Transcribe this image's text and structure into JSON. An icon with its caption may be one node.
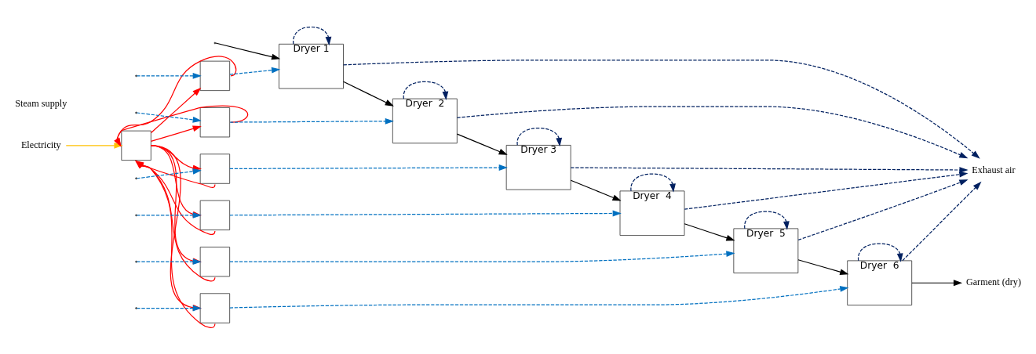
{
  "diagram": {
    "nodes": [
      {
        "text": [
          "Electricity"
        ]
      },
      {
        "text": [],
        "shape": "box"
      },
      {
        "text": [
          "Exhaust air"
        ]
      },
      {
        "text": [
          "Dryer 1"
        ]
      },
      {
        "text": [
          "Dryer  2"
        ]
      },
      {
        "text": [
          "Dryer 3"
        ]
      },
      {
        "text": [
          "Dryer  4"
        ]
      },
      {
        "text": [
          "Dryer  5"
        ]
      },
      {
        "text": [
          "Dryer  6"
        ]
      },
      {
        "text": [
          "Garment (dry)"
        ]
      },
      {
        "text": [],
        "shape": "box"
      },
      {
        "text": [],
        "shape": "box"
      },
      {
        "text": [],
        "shape": "box"
      },
      {
        "text": [],
        "shape": "box"
      },
      {
        "text": [],
        "shape": "box"
      },
      {
        "text": [],
        "shape": "box"
      }
    ],
    "edges": [
      {
        "from": 0,
        "to": 1,
        "arrow": "to",
        "color": "#ffc000"
      },
      {
        "from": null,
        "to": 3,
        "arrow": "to",
        "color": "#000000"
      },
      {
        "from": 3,
        "to": 4,
        "arrow": "to",
        "color": "#000000"
      },
      {
        "from": 4,
        "to": 5,
        "arrow": "to",
        "color": "#000000"
      },
      {
        "from": 5,
        "to": 6,
        "arrow": "to",
        "color": "#000000"
      },
      {
        "from": 6,
        "to": 7,
        "arrow": "to",
        "color": "#000000"
      },
      {
        "from": 7,
        "to": 8,
        "arrow": "to",
        "color": "#000000"
      },
      {
        "from": 8,
        "to": 9,
        "arrow": "to",
        "color": "#000000"
      },
      {
        "from": 3,
        "to": 2,
        "arrow": "to",
        "style": "dashed",
        "color": "#002060"
      },
      {
        "from": 4,
        "to": 2,
        "arrow": "to",
        "style": "dashed",
        "color": "#002060"
      },
      {
        "from": 5,
        "to": 2,
        "arrow": "to",
        "style": "dashed",
        "color": "#002060"
      },
      {
        "from": 6,
        "to": 2,
        "arrow": "to",
        "style": "dashed",
        "color": "#002060"
      },
      {
        "from": 7,
        "to": 2,
        "arrow": "to",
        "style": "dashed",
        "color": "#002060"
      },
      {
        "from": 8,
        "to": 2,
        "arrow": "to",
        "style": "dashed",
        "color": "#002060"
      },
      {
        "from": 3,
        "to": 3,
        "arrow": "to",
        "style": "dashed",
        "color": "#002060"
      },
      {
        "from": 4,
        "to": 4,
        "arrow": "to",
        "style": "dashed",
        "color": "#002060"
      },
      {
        "from": 5,
        "to": 5,
        "arrow": "to",
        "style": "dashed",
        "color": "#002060"
      },
      {
        "from": 6,
        "to": 6,
        "arrow": "to",
        "style": "dashed",
        "color": "#002060"
      },
      {
        "from": 7,
        "to": 7,
        "arrow": "to",
        "style": "dashed",
        "color": "#002060"
      },
      {
        "from": 8,
        "to": 8,
        "arrow": "to",
        "style": "dashed",
        "color": "#002060"
      },
      {
        "from": null,
        "to": 10,
        "arrow": "to",
        "style": "dashed",
        "color": "#0070c0"
      },
      {
        "from": null,
        "to": 11,
        "arrow": "to",
        "style": "dashed",
        "color": "#0070c0"
      },
      {
        "from": null,
        "to": 12,
        "arrow": "to",
        "style": "dashed",
        "color": "#0070c0"
      },
      {
        "from": null,
        "to": 13,
        "arrow": "to",
        "style": "dashed",
        "color": "#0070c0"
      },
      {
        "from": null,
        "to": 14,
        "arrow": "to",
        "style": "dashed",
        "color": "#0070c0"
      },
      {
        "from": null,
        "to": 15,
        "arrow": "to",
        "style": "dashed",
        "color": "#0070c0"
      },
      {
        "from": 10,
        "to": 3,
        "arrow": "to",
        "style": "dashed",
        "color": "#0070c0"
      },
      {
        "from": 11,
        "to": 4,
        "arrow": "to",
        "style": "dashed",
        "color": "#0070c0"
      },
      {
        "from": 12,
        "to": 5,
        "arrow": "to",
        "style": "dashed",
        "color": "#0070c0"
      },
      {
        "from": 13,
        "to": 6,
        "arrow": "to",
        "style": "dashed",
        "color": "#0070c0"
      },
      {
        "from": 14,
        "to": 7,
        "arrow": "to",
        "style": "dashed",
        "color": "#0070c0"
      },
      {
        "from": 15,
        "to": 8,
        "arrow": "to",
        "style": "dashed",
        "color": "#0070c0"
      },
      {
        "from": 1,
        "to": 10,
        "arrow": "to",
        "color": "#ff0000"
      },
      {
        "from": 1,
        "to": 11,
        "arrow": "to",
        "color": "#ff0000"
      },
      {
        "from": 1,
        "to": 12,
        "arrow": "to",
        "color": "#ff0000"
      },
      {
        "from": 1,
        "to": 13,
        "arrow": "to",
        "color": "#ff0000"
      },
      {
        "from": 1,
        "to": 14,
        "arrow": "to",
        "color": "#ff0000"
      },
      {
        "from": 1,
        "to": 15,
        "arrow": "to",
        "color": "#ff0000"
      },
      {
        "from": 10,
        "to": 1,
        "arrow": "to",
        "color": "#ff0000"
      },
      {
        "from": 11,
        "to": 1,
        "arrow": "to",
        "color": "#ff0000"
      },
      {
        "from": 12,
        "to": 1,
        "arrow": "to",
        "color": "#ff0000"
      },
      {
        "from": 13,
        "to": 1,
        "arrow": "to",
        "color": "#ff0000"
      },
      {
        "from": 14,
        "to": 1,
        "arrow": "to",
        "color": "#ff0000"
      },
      {
        "from": 15,
        "to": 1,
        "arrow": "to",
        "color": "#ff0000"
      }
    ],
    "labels": [
      "Steam supply"
    ]
  }
}
